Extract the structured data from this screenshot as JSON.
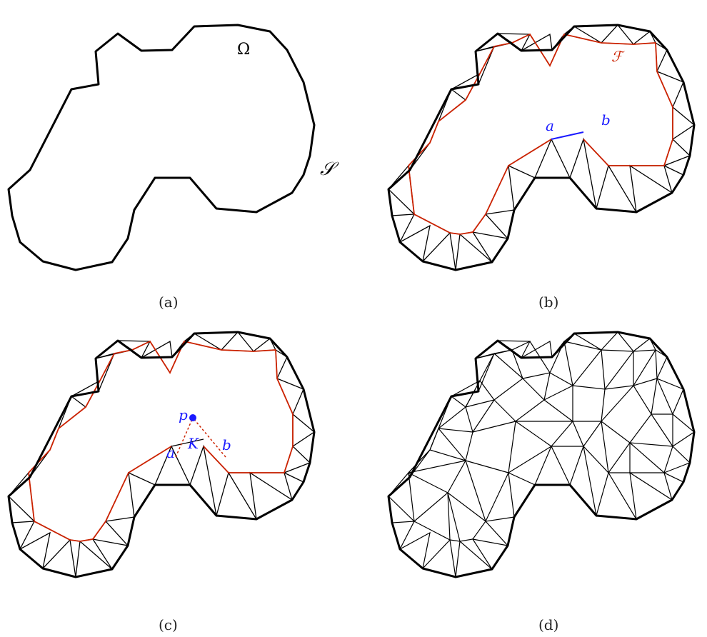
{
  "panels": [
    {
      "id": "a",
      "caption": "(a)",
      "labels": {
        "domain": "Ω",
        "boundary": "𝒮"
      }
    },
    {
      "id": "b",
      "caption": "(b)",
      "labels": {
        "front": "ℱ",
        "a": "a",
        "b": "b"
      }
    },
    {
      "id": "c",
      "caption": "(c)",
      "labels": {
        "p": "p",
        "K": "K",
        "a": "a",
        "b": "b"
      }
    },
    {
      "id": "d",
      "caption": "(d)"
    }
  ],
  "colors": {
    "outline": "#000000",
    "front": "#cc2200",
    "highlight": "#1a1aff"
  }
}
